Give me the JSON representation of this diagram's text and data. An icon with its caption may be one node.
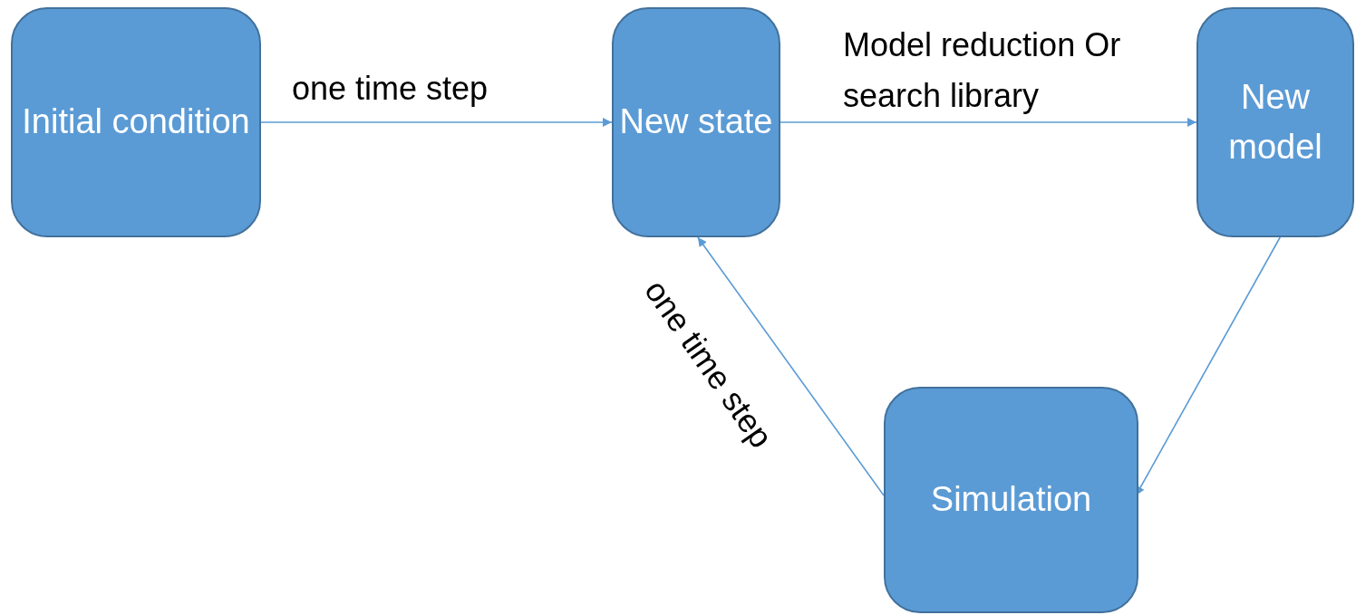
{
  "diagram": {
    "nodes": [
      {
        "text": [
          "Initial condition"
        ]
      },
      {
        "text": [
          "New state"
        ]
      },
      {
        "text": [
          "New model"
        ]
      },
      {
        "text": [
          "Simulation"
        ]
      }
    ],
    "edges": [
      {
        "from": 0,
        "to": 1,
        "arrow": "to",
        "label": "one time step"
      },
      {
        "from": 1,
        "to": 2,
        "arrow": "to",
        "label": "Model reduction Or search library"
      },
      {
        "from": 2,
        "to": 3,
        "arrow": "to"
      },
      {
        "from": 3,
        "to": 1,
        "arrow": "to",
        "label": "one time step"
      }
    ]
  }
}
